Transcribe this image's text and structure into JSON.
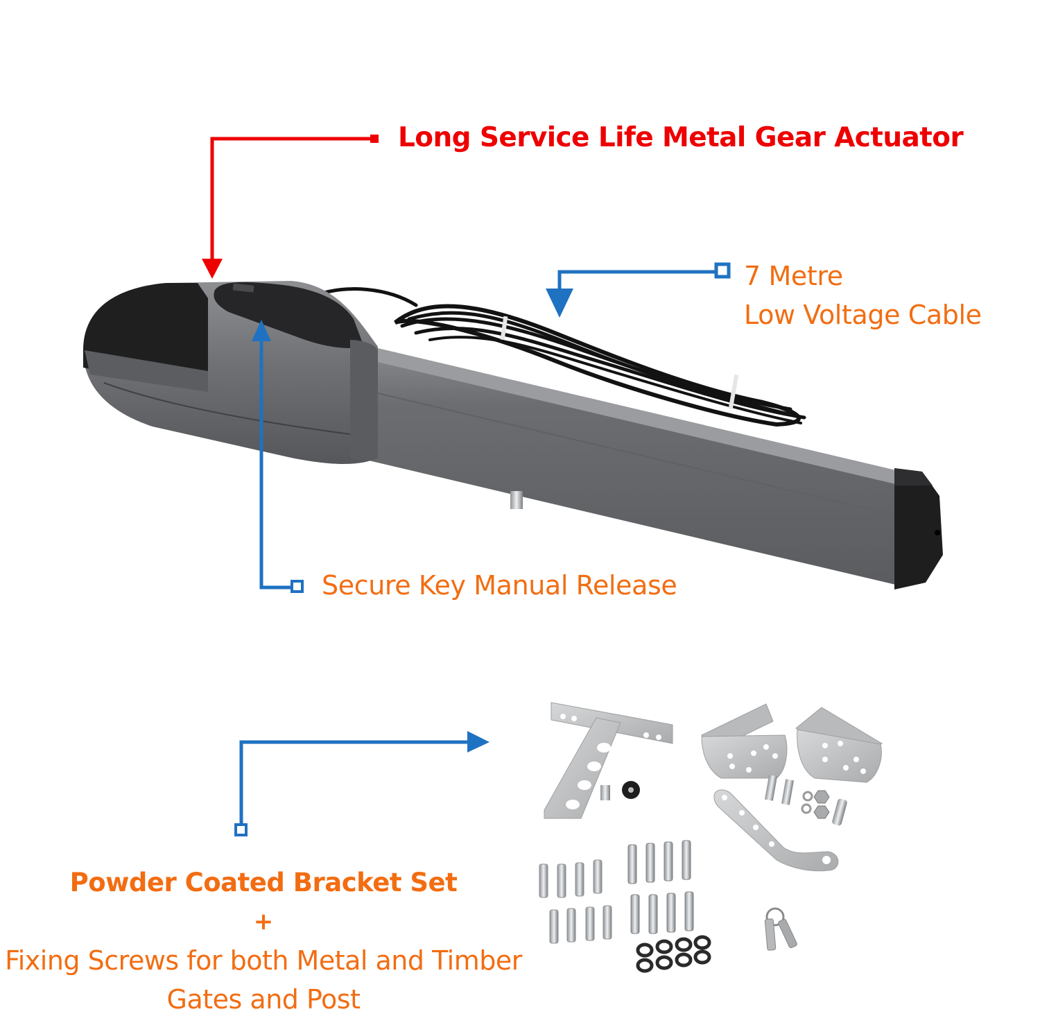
{
  "colors": {
    "callout_red": "#ee0000",
    "callout_blue": "#1f72c1",
    "label_orange": "#f26d12",
    "body_grey": "#6e7073",
    "cap_black": "#1e1e1f",
    "bracket_silver": "#c4c6c8"
  },
  "callouts": {
    "actuator": {
      "label": "Long Service Life Metal Gear Actuator",
      "arrow_color": "red",
      "arrow_direction": "down"
    },
    "cable": {
      "line1": "7 Metre",
      "line2": "Low Voltage Cable",
      "arrow_color": "blue",
      "arrow_direction": "down"
    },
    "release": {
      "label": "Secure Key Manual Release",
      "arrow_color": "blue",
      "arrow_direction": "up"
    },
    "brackets": {
      "title": "Powder Coated Bracket Set",
      "plus": "+",
      "desc_line1": "Fixing Screws for both Metal and Timber",
      "desc_line2": "Gates and Post",
      "arrow_color": "blue",
      "arrow_direction": "right"
    }
  },
  "product": {
    "main_item": "gate-opener-actuator",
    "accessories": [
      "t-bracket",
      "l-bracket-left",
      "l-bracket-right",
      "curved-arm-bracket",
      "bolts",
      "nuts",
      "washers",
      "pin",
      "metal-anchor-screws",
      "timber-coach-screws",
      "rubber-washers",
      "release-keys"
    ]
  }
}
